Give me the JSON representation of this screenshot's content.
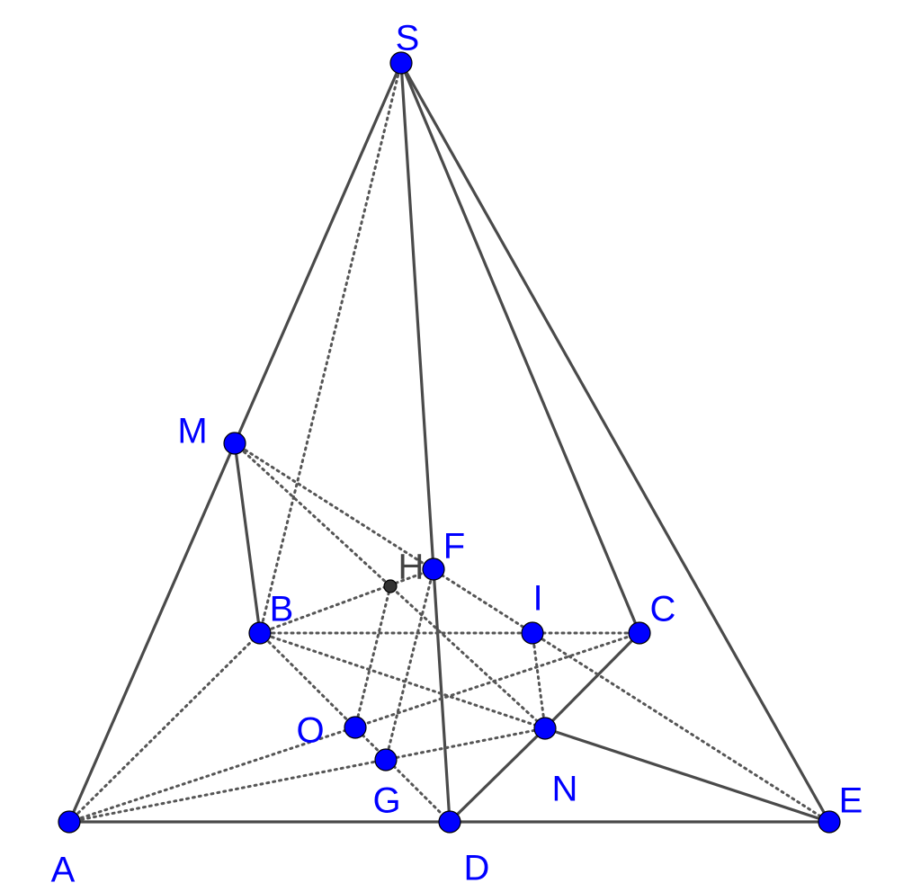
{
  "figure": {
    "point_color": "#0000ff",
    "aux_point_color": "#333333",
    "label_color": "#0000ff",
    "aux_label_color": "#444444",
    "edge_color": "#4a4a4a"
  },
  "points": [
    {
      "id": "S",
      "label": "S",
      "style": "primary"
    },
    {
      "id": "M",
      "label": "M",
      "style": "primary"
    },
    {
      "id": "F",
      "label": "F",
      "style": "primary"
    },
    {
      "id": "H",
      "label": "H",
      "style": "auxiliary"
    },
    {
      "id": "I",
      "label": "I",
      "style": "primary"
    },
    {
      "id": "C",
      "label": "C",
      "style": "primary"
    },
    {
      "id": "B",
      "label": "B",
      "style": "primary"
    },
    {
      "id": "O",
      "label": "O",
      "style": "primary"
    },
    {
      "id": "N",
      "label": "N",
      "style": "primary"
    },
    {
      "id": "G",
      "label": "G",
      "style": "primary"
    },
    {
      "id": "A",
      "label": "A",
      "style": "primary"
    },
    {
      "id": "D",
      "label": "D",
      "style": "primary"
    },
    {
      "id": "E",
      "label": "E",
      "style": "primary"
    }
  ],
  "segments": [
    {
      "from": "S",
      "to": "M",
      "style": "solid"
    },
    {
      "from": "M",
      "to": "A",
      "style": "solid"
    },
    {
      "from": "M",
      "to": "B",
      "style": "solid"
    },
    {
      "from": "S",
      "to": "D",
      "style": "solid"
    },
    {
      "from": "S",
      "to": "C",
      "style": "solid"
    },
    {
      "from": "S",
      "to": "E",
      "style": "solid"
    },
    {
      "from": "A",
      "to": "E",
      "style": "solid"
    },
    {
      "from": "D",
      "to": "N",
      "style": "solid"
    },
    {
      "from": "N",
      "to": "C",
      "style": "solid"
    },
    {
      "from": "N",
      "to": "E",
      "style": "solid"
    },
    {
      "from": "S",
      "to": "B",
      "style": "dotted"
    },
    {
      "from": "A",
      "to": "B",
      "style": "dotted"
    },
    {
      "from": "A",
      "to": "C",
      "style": "dotted"
    },
    {
      "from": "A",
      "to": "N",
      "style": "dotted"
    },
    {
      "from": "B",
      "to": "C",
      "style": "dotted"
    },
    {
      "from": "B",
      "to": "D",
      "style": "dotted"
    },
    {
      "from": "B",
      "to": "N",
      "style": "dotted"
    },
    {
      "from": "B",
      "to": "F",
      "style": "dotted"
    },
    {
      "from": "M",
      "to": "E",
      "style": "dotted"
    },
    {
      "from": "M",
      "to": "N",
      "style": "dotted"
    },
    {
      "from": "H",
      "to": "O",
      "style": "dotted"
    },
    {
      "from": "F",
      "to": "G",
      "style": "dotted"
    },
    {
      "from": "I",
      "to": "N",
      "style": "dotted"
    }
  ]
}
